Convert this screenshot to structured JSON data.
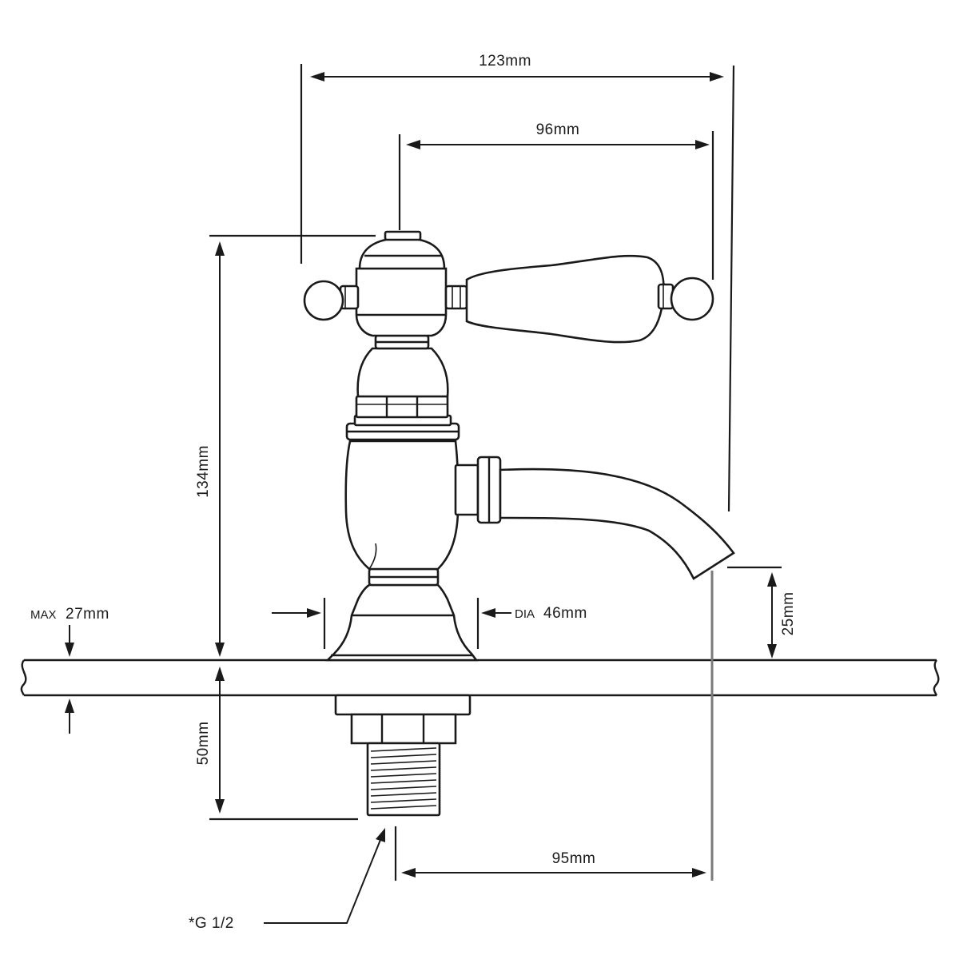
{
  "drawing": {
    "dimensions": {
      "overall_width": "123mm",
      "handle_reach": "96mm",
      "height": "134mm",
      "spout_clearance": "25mm",
      "base_diameter_prefix": "DIA",
      "base_diameter_value": "46mm",
      "max_deck_prefix": "MAX",
      "max_deck_value": "27mm",
      "shank_length": "50mm",
      "spout_projection": "95mm",
      "thread": "*G 1/2"
    }
  }
}
